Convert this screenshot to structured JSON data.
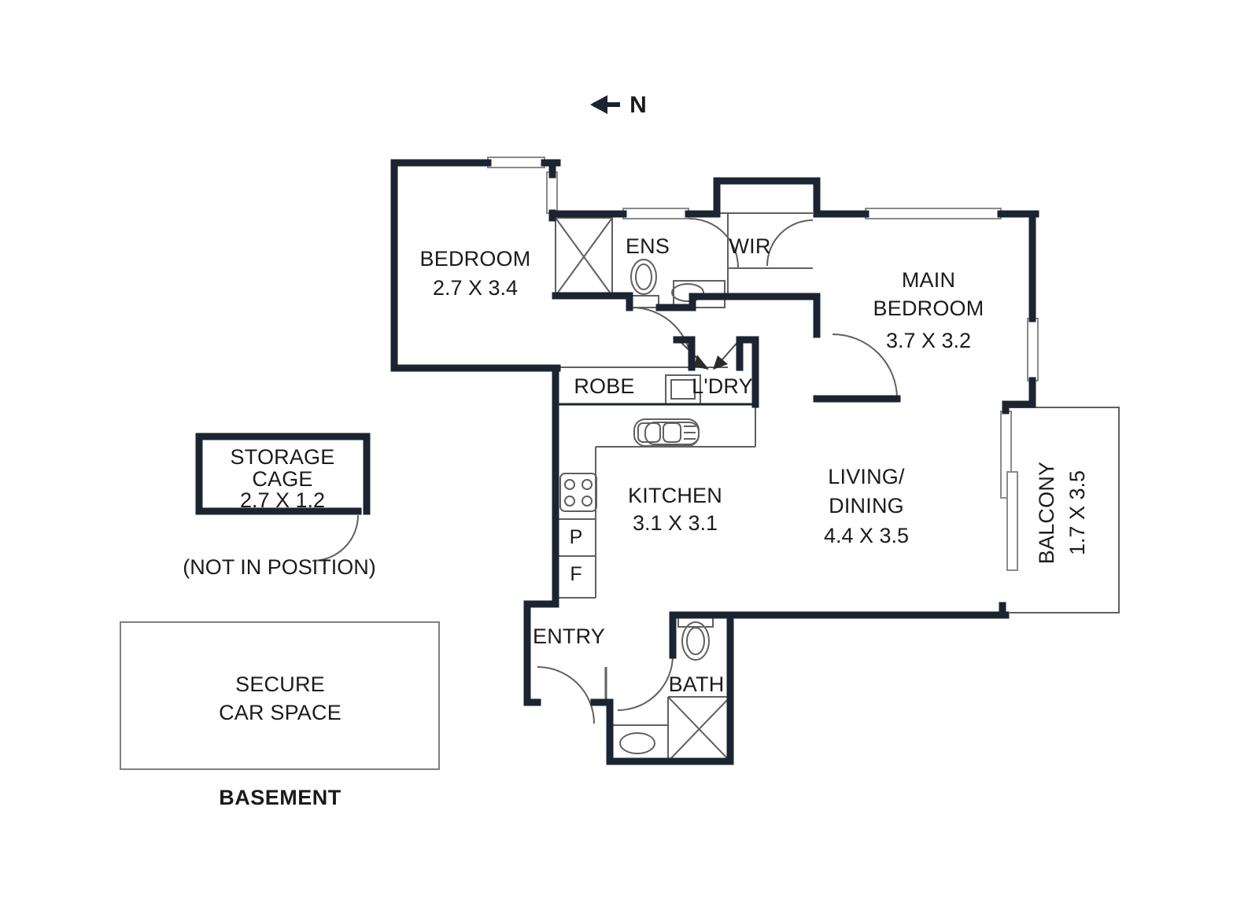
{
  "plan": {
    "compass": {
      "label": "N",
      "icon": "north-arrow-icon",
      "direction": "left"
    },
    "level_label": "BASEMENT",
    "note": "(NOT IN POSITION)",
    "line_color": "#1b2430",
    "fixture_color": "#555555",
    "background": "#ffffff"
  },
  "rooms": [
    {
      "key": "bedroom2",
      "name": "BEDROOM",
      "name2": "",
      "dim": "2.7 X 3.4"
    },
    {
      "key": "ens",
      "name": "ENS",
      "name2": "",
      "dim": ""
    },
    {
      "key": "wir",
      "name": "WIR",
      "name2": "",
      "dim": ""
    },
    {
      "key": "main_bedroom",
      "name": "MAIN",
      "name2": "BEDROOM",
      "dim": "3.7 X 3.2"
    },
    {
      "key": "robe",
      "name": "ROBE",
      "name2": "",
      "dim": ""
    },
    {
      "key": "laundry",
      "name": "L'DRY",
      "name2": "",
      "dim": ""
    },
    {
      "key": "kitchen",
      "name": "KITCHEN",
      "name2": "",
      "dim": "3.1 X 3.1"
    },
    {
      "key": "living",
      "name": "LIVING/",
      "name2": "DINING",
      "dim": "4.4 X 3.5"
    },
    {
      "key": "balcony",
      "name": "BALCONY",
      "name2": "",
      "dim": "1.7 X 3.5"
    },
    {
      "key": "entry",
      "name": "ENTRY",
      "name2": "",
      "dim": ""
    },
    {
      "key": "bath",
      "name": "BATH",
      "name2": "",
      "dim": ""
    },
    {
      "key": "storage",
      "name": "STORAGE",
      "name2": "CAGE",
      "dim": "2.7 X 1.2"
    },
    {
      "key": "car_space",
      "name": "SECURE",
      "name2": "CAR SPACE",
      "dim": ""
    }
  ],
  "appliances": [
    {
      "key": "pantry",
      "label": "P",
      "name": "pantry"
    },
    {
      "key": "fridge",
      "label": "F",
      "name": "fridge"
    }
  ],
  "fixtures": [
    {
      "name": "shower-bedroom2",
      "type": "shower"
    },
    {
      "name": "toilet-ens",
      "type": "toilet"
    },
    {
      "name": "basin-ens",
      "type": "basin"
    },
    {
      "name": "cooktop-kitchen",
      "type": "cooktop"
    },
    {
      "name": "sink-kitchen",
      "type": "sink"
    },
    {
      "name": "washing-machine-laundry",
      "type": "washer"
    },
    {
      "name": "toilet-bath",
      "type": "toilet"
    },
    {
      "name": "shower-bath",
      "type": "shower"
    },
    {
      "name": "basin-bath",
      "type": "basin"
    }
  ]
}
